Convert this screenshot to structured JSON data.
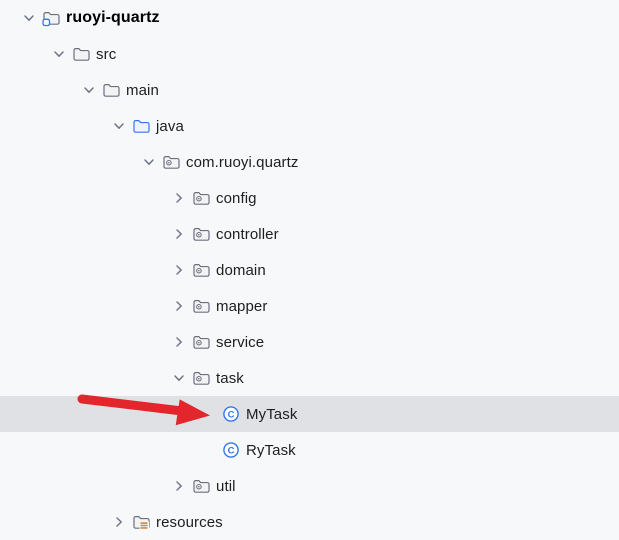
{
  "colors": {
    "background": "#F7F8FA",
    "selection": "#DFE1E5",
    "accent_blue": "#3574F0",
    "folder_gray": "#6C707E",
    "folder_fill": "#F2F3F5",
    "source_folder_fill": "#EDF4FF",
    "resources_orange": "#E0862C",
    "arrow_red": "#E2262B",
    "text": "#1D1E20"
  },
  "tree": {
    "rows": [
      {
        "label": "ruoyi-quartz",
        "level": 0,
        "icon": "module-folder",
        "expanded": true,
        "selected": false,
        "bold": true
      },
      {
        "label": "src",
        "level": 1,
        "icon": "folder",
        "expanded": true,
        "selected": false,
        "bold": false
      },
      {
        "label": "main",
        "level": 2,
        "icon": "folder",
        "expanded": true,
        "selected": false,
        "bold": false
      },
      {
        "label": "java",
        "level": 3,
        "icon": "source-folder",
        "expanded": true,
        "selected": false,
        "bold": false
      },
      {
        "label": "com.ruoyi.quartz",
        "level": 4,
        "icon": "package",
        "expanded": true,
        "selected": false,
        "bold": false
      },
      {
        "label": "config",
        "level": 5,
        "icon": "package",
        "expanded": false,
        "selected": false,
        "bold": false
      },
      {
        "label": "controller",
        "level": 5,
        "icon": "package",
        "expanded": false,
        "selected": false,
        "bold": false
      },
      {
        "label": "domain",
        "level": 5,
        "icon": "package",
        "expanded": false,
        "selected": false,
        "bold": false
      },
      {
        "label": "mapper",
        "level": 5,
        "icon": "package",
        "expanded": false,
        "selected": false,
        "bold": false
      },
      {
        "label": "service",
        "level": 5,
        "icon": "package",
        "expanded": false,
        "selected": false,
        "bold": false
      },
      {
        "label": "task",
        "level": 5,
        "icon": "package",
        "expanded": true,
        "selected": false,
        "bold": false
      },
      {
        "label": "MyTask",
        "level": 6,
        "icon": "class",
        "expanded": null,
        "selected": true,
        "bold": false
      },
      {
        "label": "RyTask",
        "level": 6,
        "icon": "class",
        "expanded": null,
        "selected": false,
        "bold": false
      },
      {
        "label": "util",
        "level": 5,
        "icon": "package",
        "expanded": false,
        "selected": false,
        "bold": false
      },
      {
        "label": "resources",
        "level": 3,
        "icon": "resources-folder",
        "expanded": false,
        "selected": false,
        "bold": false
      }
    ]
  },
  "annotation": {
    "type": "arrow",
    "color": "#E2262B",
    "points_to": "MyTask"
  }
}
